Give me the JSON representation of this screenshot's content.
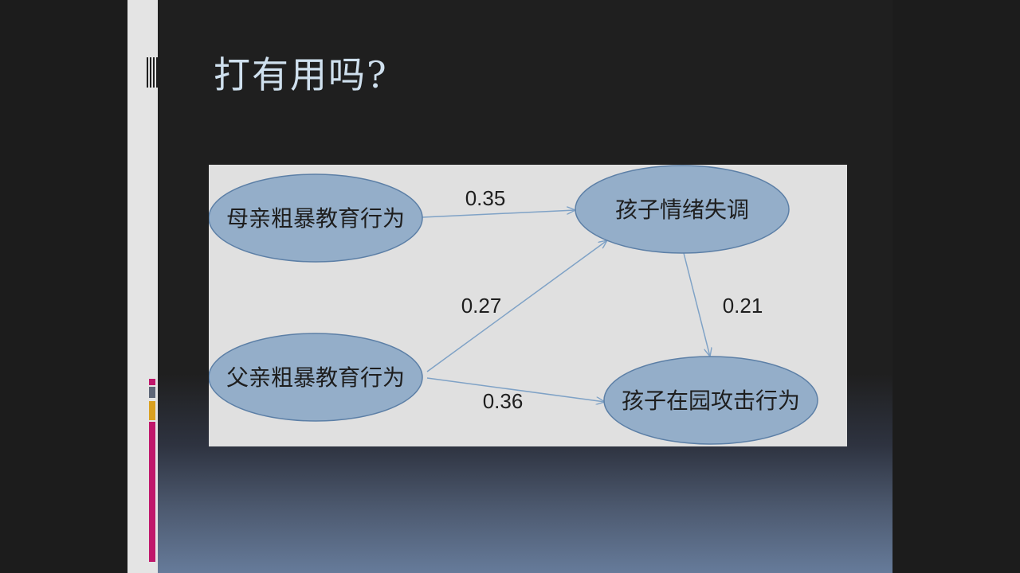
{
  "slide": {
    "title": "打有用吗?"
  },
  "diagram": {
    "nodes": {
      "mother": "母亲粗暴教育行为",
      "father": "父亲粗暴教育行为",
      "emotion": "孩子情绪失调",
      "aggression": "孩子在园攻击行为"
    },
    "edges": {
      "mother_emotion": "0.35",
      "father_emotion": "0.27",
      "emotion_aggression": "0.21",
      "father_aggression": "0.36"
    },
    "colors": {
      "node_fill": "#94aec9",
      "node_stroke": "#5c7fa6",
      "arrow": "#7fa2c6",
      "panel": "#e0e0e0"
    }
  }
}
